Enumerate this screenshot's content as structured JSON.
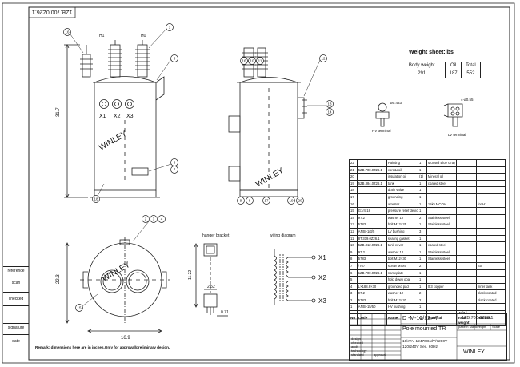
{
  "drawing_code_rotated": "1ZB.700.0Z26.1",
  "dimensions": {
    "tank_height": "31.7",
    "base_height": "22.3",
    "base_width": "16.9",
    "bracket_height": "11.22",
    "bracket_width": "2.52",
    "bracket_offset": "0.71"
  },
  "labels": {
    "h1": "H1",
    "h0": "H0",
    "x1": "X1",
    "x2": "X2",
    "x3": "X3",
    "hanger_bracket": "hanger bracket",
    "wiring_diagram": "wiring diagram",
    "hv_terminal": "HV terminal",
    "lv_terminal": "LV terminal",
    "hv_terminal_dim": "ø0.433",
    "lv_terminal_dim": "4-ø0.55",
    "wd_x1": "X1",
    "wd_x2": "X2",
    "wd_x3": "X3",
    "remark_note": "Remark: dimensions here are in inches.Only for approval/preliminary design.",
    "watermark": "WINLEY"
  },
  "balloons": [
    "1",
    "2",
    "3",
    "4",
    "5",
    "6",
    "7",
    "8",
    "9",
    "10",
    "11",
    "12",
    "13",
    "14",
    "15",
    "16",
    "17",
    "18",
    "19",
    "20"
  ],
  "weight_sheet": {
    "title": "Weight sheet:lbs",
    "headers": [
      "Body weight",
      "Oil",
      "Total"
    ],
    "values": [
      "291",
      "187",
      "552"
    ]
  },
  "side_strip": {
    "reference": "reference",
    "scan": "scan",
    "checked": "checked",
    "signature": "signature",
    "date": "date"
  },
  "parts_list": {
    "rows": [
      [
        "22",
        "",
        "Painting",
        "1",
        "Munsell Blue Gray",
        ""
      ],
      [
        "21",
        "5ZB.700.0Z26.1",
        "core&coil",
        "1",
        "",
        ""
      ],
      [
        "20",
        "",
        "insulation oil",
        "(1)",
        "Mineral oil",
        ""
      ],
      [
        "19",
        "5ZB.384.0Z26.1",
        "tank",
        "1",
        "coated steel",
        ""
      ],
      [
        "18",
        "",
        "drain valve",
        "1",
        "",
        ""
      ],
      [
        "17",
        "",
        "grounding",
        "1",
        "",
        ""
      ],
      [
        "16",
        "",
        "arrester",
        "1",
        "15kv MCOV",
        "for H1"
      ],
      [
        "15",
        "G1/4-18",
        "pressure relief device",
        "1",
        "",
        ""
      ],
      [
        "14",
        "97.2",
        "washer 12",
        "2",
        "Stainless steel",
        ""
      ],
      [
        "13",
        "5783",
        "bolt M12×25",
        "1",
        "Stainless steel",
        ""
      ],
      [
        "12",
        "ANSI-1/3/5",
        "LV bushing",
        "3",
        "",
        ""
      ],
      [
        "11",
        "8T.319.0Z26.1",
        "sealing gasket",
        "1",
        "",
        ""
      ],
      [
        "10",
        "5ZB.312.0Z26.1",
        "tank cover",
        "1",
        "coated steel",
        ""
      ],
      [
        "9",
        "97.2",
        "washer 12",
        "1",
        "Stainless steel",
        ""
      ],
      [
        "8",
        "5783",
        "bolt M12×30",
        "1",
        "Stainless steel",
        ""
      ],
      [
        "7",
        "/T67",
        "screw M4X6",
        "2",
        "",
        "SS"
      ],
      [
        "6",
        "1ZB.700.0Z26.1",
        "nameplate",
        "1",
        "",
        ""
      ],
      [
        "5",
        "",
        "hold down goal",
        "1",
        "",
        ""
      ],
      [
        "4",
        "L×188.8×30",
        "grounded pad",
        "1",
        "0.3 copper",
        "inner tank"
      ],
      [
        "3",
        "97.2",
        "washer 12",
        "2",
        "",
        "black coated"
      ],
      [
        "2",
        "5783",
        "bolt M12×20",
        "2",
        "",
        "black coated"
      ],
      [
        "1",
        "ANSI-15/50",
        "HV bushing",
        "1",
        "",
        ""
      ]
    ],
    "headers": [
      "No",
      "Code",
      "Name",
      "QTY",
      "Material",
      "Unit / Total weight",
      "Remark"
    ]
  },
  "title_block": {
    "model": "D -M-10/12.47",
    "code": "1ZB.700.0Z26.1",
    "name": "Pole mounted TR",
    "spec1": "10kVA, 12470GrdY/7200V",
    "spec2": "120/240V Sec. 60Hz",
    "company": "WINLEY",
    "col_labels": [
      "pattern Mark",
      "Weight",
      "Scale"
    ],
    "row_labels": [
      "design",
      "checked",
      "audit",
      "technology",
      "standard",
      "approval"
    ]
  }
}
